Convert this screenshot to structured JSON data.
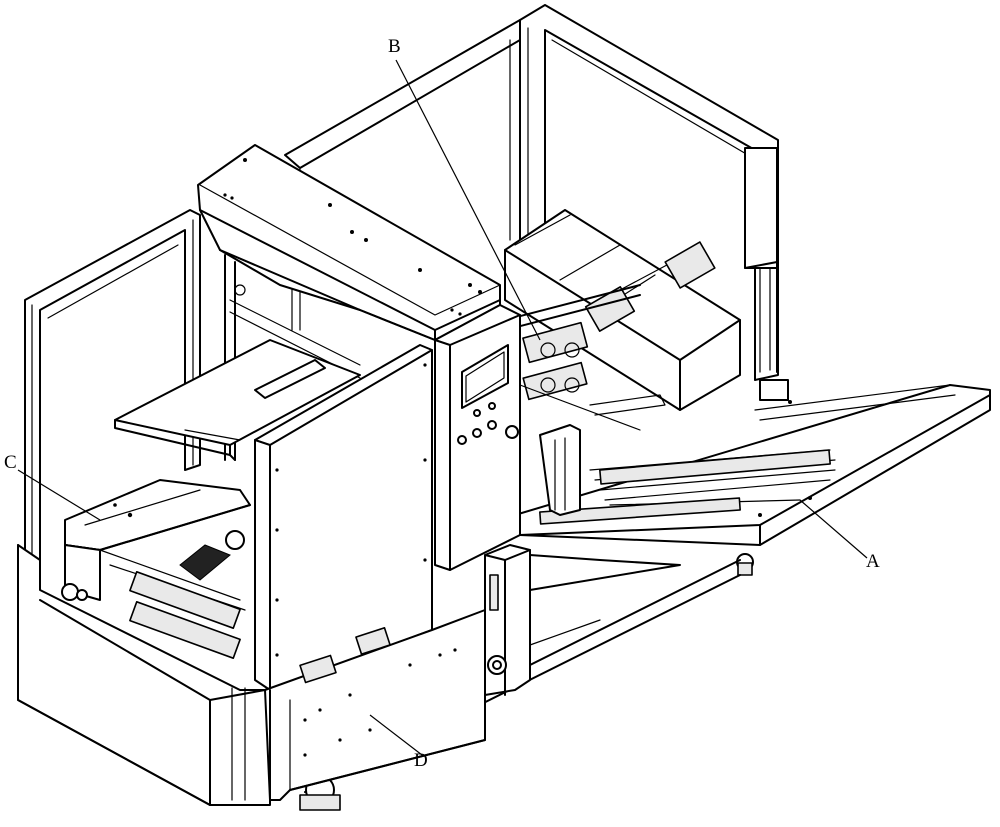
{
  "figure": {
    "labels": [
      {
        "id": "A",
        "text": "A"
      },
      {
        "id": "B",
        "text": "B"
      },
      {
        "id": "C",
        "text": "C"
      },
      {
        "id": "D",
        "text": "D"
      }
    ]
  }
}
